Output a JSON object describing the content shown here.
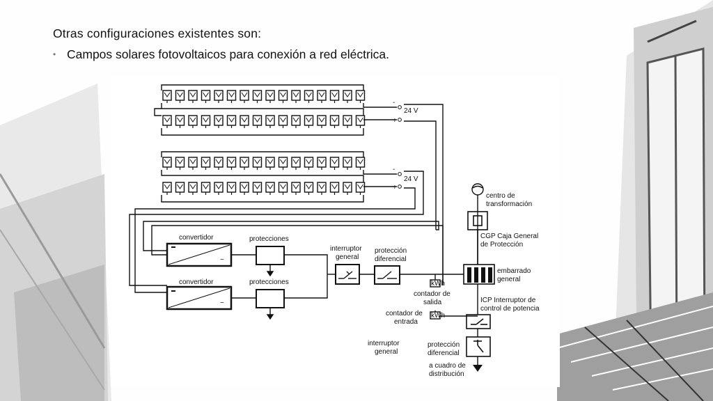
{
  "slide": {
    "heading": "Otras configuraciones existentes son:",
    "bullet": "Campos solares fotovoltaicos para conexión a red eléctrica."
  },
  "diagram": {
    "voltage_1": "24 V",
    "voltage_2": "24 V",
    "minus": "-",
    "plus": "+",
    "convertidor_1": "convertidor",
    "convertidor_2": "convertidor",
    "protecciones_1": "protecciones",
    "protecciones_2": "protecciones",
    "interruptor_general_line1": "interruptor",
    "interruptor_general_line2": "general",
    "proteccion_diferencial_line1": "protección",
    "proteccion_diferencial_line2": "diferencial",
    "centro_line1": "centro de",
    "centro_line2": "transformación",
    "cgp_line1": "CGP Caja General",
    "cgp_line2": "de Protección",
    "embarrado_line1": "embarrado",
    "embarrado_line2": "general",
    "contador_salida_line1": "contador de",
    "contador_salida_line2": "salida",
    "contador_entrada_line1": "contador de",
    "contador_entrada_line2": "entrada",
    "icp_line1": "ICP Interruptor de",
    "icp_line2": "control de potencia",
    "int_general_bottom_line1": "interruptor",
    "int_general_bottom_line2": "general",
    "prot_dif_bottom_line1": "protección",
    "prot_dif_bottom_line2": "diferencial",
    "cuadro_line1": "a cuadro de",
    "cuadro_line2": "distribución",
    "kwh": "kWh"
  }
}
